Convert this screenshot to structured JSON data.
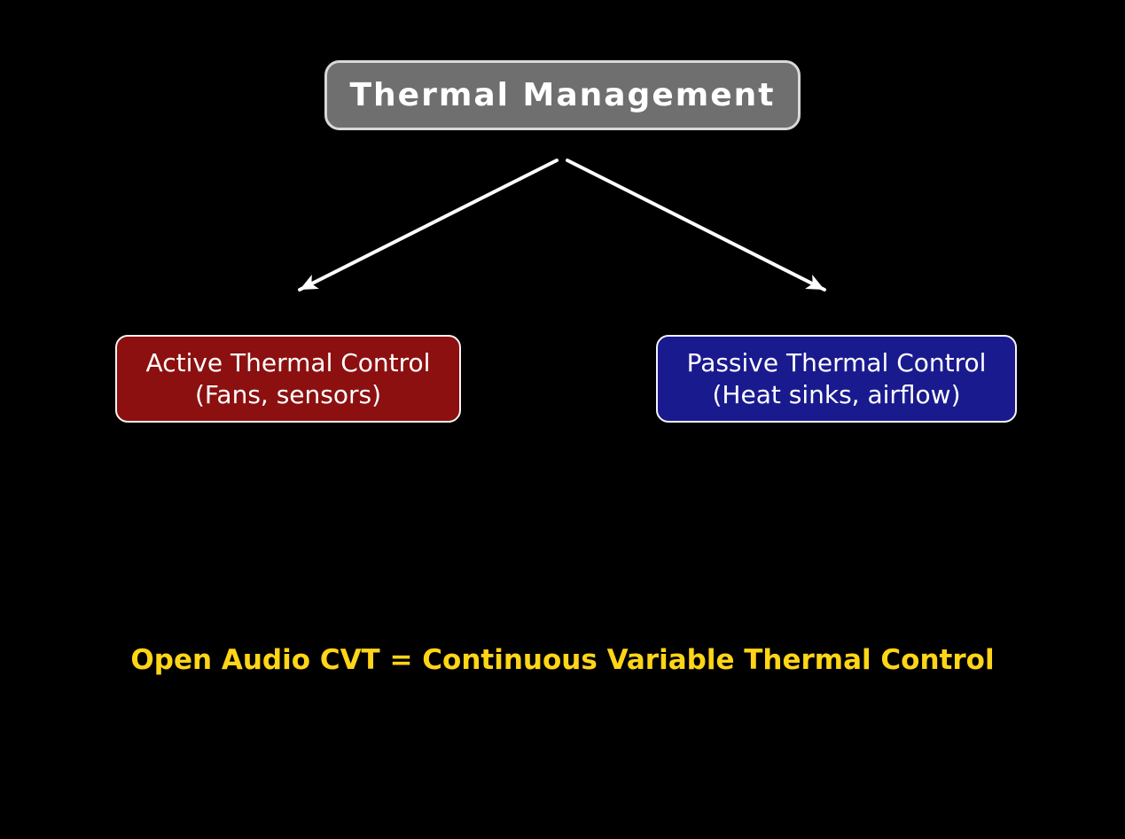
{
  "diagram": {
    "root": {
      "label": "Thermal Management"
    },
    "branches": [
      {
        "id": "active",
        "title": "Active Thermal Control",
        "subtitle": "(Fans, sensors)",
        "box_color": "#8C1010"
      },
      {
        "id": "passive",
        "title": "Passive Thermal Control",
        "subtitle": "(Heat sinks, airflow)",
        "box_color": "#1A1A8F"
      }
    ],
    "caption": "Open Audio CVT = Continuous Variable Thermal Control",
    "colors": {
      "background": "#000000",
      "root_box_fill": "#6F6F6F",
      "root_box_border": "#D8D8D8",
      "branch_box_border": "#F5F5F5",
      "arrow": "#FFFFFF",
      "text": "#FFFFFF",
      "caption_text": "#FFD517"
    }
  }
}
